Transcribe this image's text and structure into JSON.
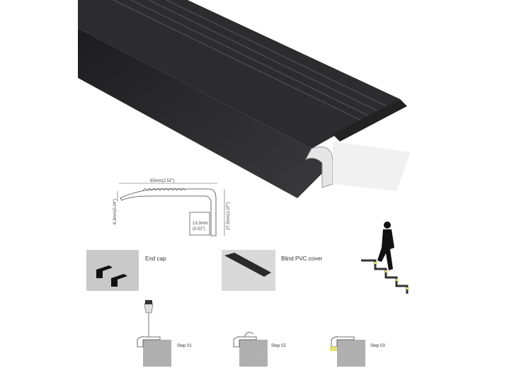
{
  "drawing": {
    "width_label": "65mm(2.52\")",
    "lip_label": "6.3mm(0.24\")",
    "height_label": "27.5mm(1.07\")",
    "channel_label_top": "13.3mm",
    "channel_label_bottom": "(0.52\")"
  },
  "accessories": [
    {
      "label": "End cap"
    },
    {
      "label": "Blind PVC cover"
    }
  ],
  "steps": [
    {
      "label": "Step 01"
    },
    {
      "label": "Step 02"
    },
    {
      "label": "Step 03"
    }
  ],
  "colors": {
    "profile": "#2a2a2c",
    "thumb_bg": "#c9c9c9",
    "led": "#e8e070"
  }
}
